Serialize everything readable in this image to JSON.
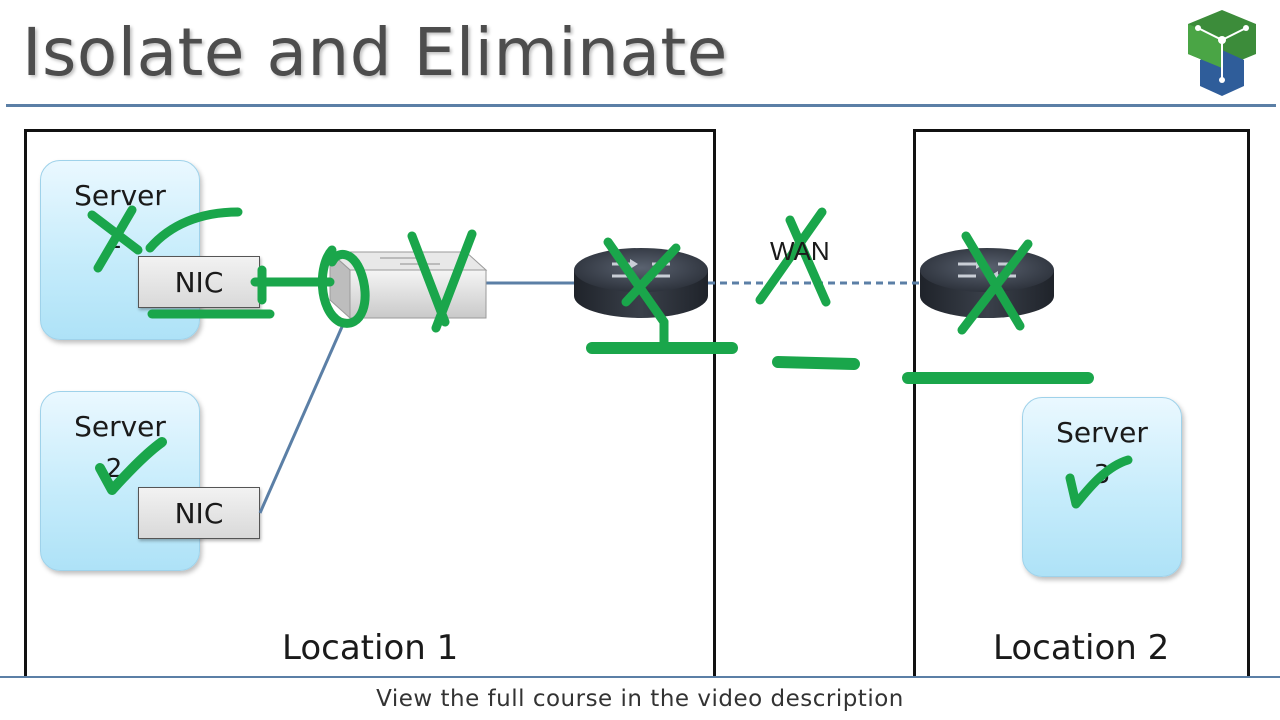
{
  "slide": {
    "title": "Isolate and Eliminate"
  },
  "locations": [
    {
      "label": "Location 1"
    },
    {
      "label": "Location 2"
    }
  ],
  "servers": [
    {
      "label": "Server",
      "number": "1",
      "status": "eliminated"
    },
    {
      "label": "Server",
      "number": "2",
      "status": "ok"
    },
    {
      "label": "Server",
      "number": "3",
      "status": "ok"
    }
  ],
  "nics": [
    {
      "label": "NIC"
    },
    {
      "label": "NIC"
    }
  ],
  "wan": {
    "label": "WAN"
  },
  "footer": {
    "text": "View the full course in the video description"
  },
  "colors": {
    "annotation": "#1aa64b",
    "link": "#5b7fa6",
    "server_fill": "#c6ecfb",
    "title_text": "#4d4d4d"
  }
}
